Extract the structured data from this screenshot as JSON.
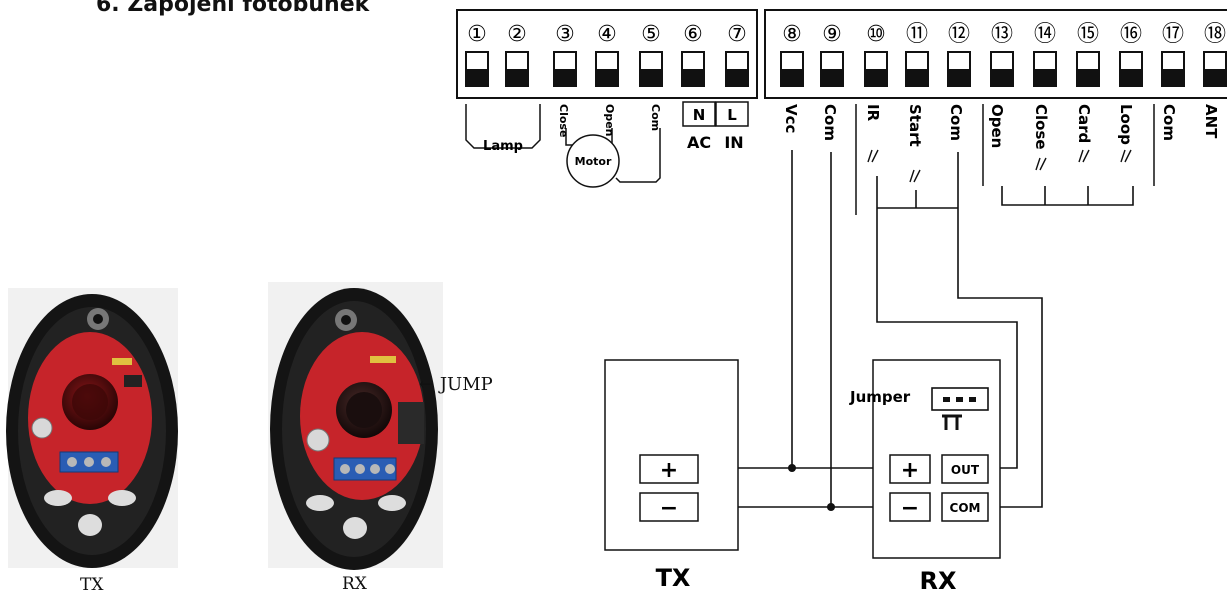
{
  "section_heading": {
    "number": "6.",
    "title": "Zapojení fotobuněk"
  },
  "photos": {
    "tx_caption": "TX",
    "rx_caption": "RX",
    "jump_label": "JUMP",
    "jump_arrow": "←"
  },
  "terminal_numbers": [
    "①",
    "②",
    "③",
    "④",
    "⑤",
    "⑥",
    "⑦",
    "⑧",
    "⑨",
    "⑩",
    "⑪",
    "⑫",
    "⑬",
    "⑭",
    "⑮",
    "⑯",
    "⑰",
    "⑱"
  ],
  "terminal_labels": {
    "lamp": "Lamp",
    "close": "Close",
    "open": "Open",
    "com": "Com",
    "motor": "Motor",
    "n": "N",
    "l": "L",
    "ac": "AC",
    "in": "IN",
    "vcc": "Vcc",
    "com9": "Com",
    "ir": "IR",
    "start": "Start",
    "com12": "Com",
    "open13": "Open",
    "close14": "Close",
    "card": "Card",
    "loop": "Loop",
    "com17": "Com",
    "ant": "ANT"
  },
  "tx_box": {
    "title": "TX",
    "plus": "+",
    "minus": "−"
  },
  "rx_box": {
    "title": "RX",
    "plus": "+",
    "minus": "−",
    "out": "OUT",
    "com": "COM",
    "jumper": "Jumper"
  }
}
